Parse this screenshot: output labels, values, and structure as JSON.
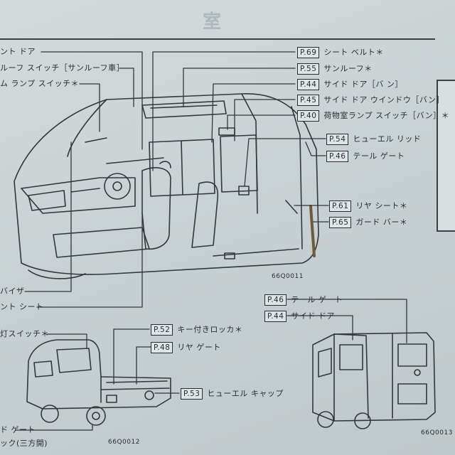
{
  "header": {
    "ghost_title": "室"
  },
  "callouts_main_right": [
    {
      "page": "P.69",
      "text": "シート ベルト＊"
    },
    {
      "page": "P.55",
      "text": "サンルーフ＊"
    },
    {
      "page": "P.44",
      "text": "サイド ドア［バ ン］"
    },
    {
      "page": "P.45",
      "text": "サイド ドア ウインドウ［バン］"
    },
    {
      "page": "P.40",
      "text": "荷物室ランプ スイッチ［バン］＊"
    },
    {
      "page": "P.54",
      "text": "ヒューエル リッド"
    },
    {
      "page": "P.46",
      "text": "テール ゲート"
    },
    {
      "page": "P.61",
      "text": "リヤ シート＊"
    },
    {
      "page": "P.65",
      "text": "ガード バー＊"
    }
  ],
  "callouts_main_left": [
    "ント ドア",
    "ルーフ スイッチ［サンルーフ車］",
    "ム ランプ スイッチ＊",
    "バイザ",
    "ント シート"
  ],
  "callouts_van": [
    {
      "page": "P.46",
      "text": "テール ゲート"
    },
    {
      "page": "P.44",
      "text": "サイド ドア"
    }
  ],
  "callouts_truck": [
    {
      "page": "P.52",
      "text": "キー付きロッカ＊"
    },
    {
      "page": "P.48",
      "text": "リヤ ゲート"
    },
    {
      "page": "P.53",
      "text": "ヒューエル キャップ"
    }
  ],
  "truck_left_labels": [
    "灯スイッチ＊",
    "ド ゲート",
    "ック(三方開)"
  ],
  "figure_codes": {
    "main": "66Q0011",
    "truck": "66Q0012",
    "van": "66Q0013"
  }
}
